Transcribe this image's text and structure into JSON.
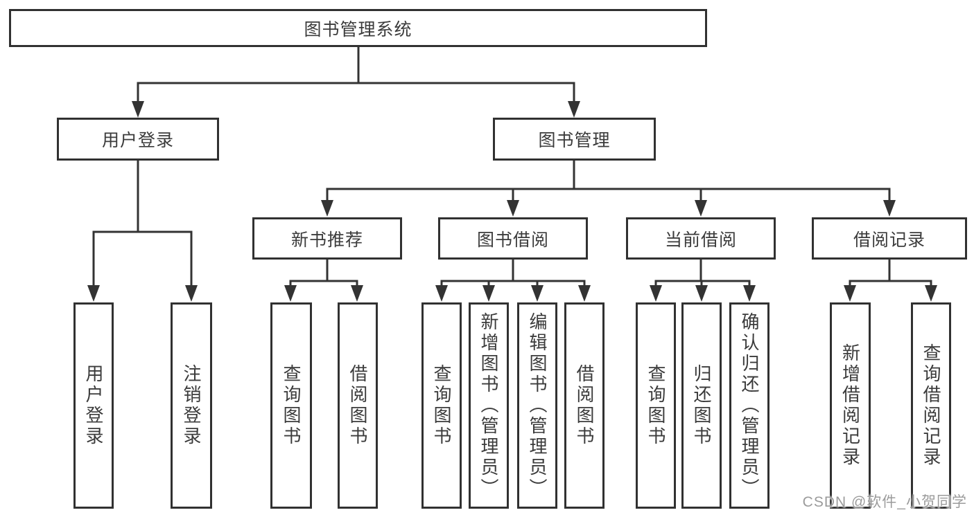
{
  "diagram_title": "图书管理系统",
  "tree": {
    "root": {
      "label": "图书管理系统",
      "children": [
        {
          "label": "用户登录",
          "children": [
            {
              "label": "用户登录"
            },
            {
              "label": "注销登录"
            }
          ]
        },
        {
          "label": "图书管理",
          "children": [
            {
              "label": "新书推荐",
              "children": [
                {
                  "label": "查询图书"
                },
                {
                  "label": "借阅图书"
                }
              ]
            },
            {
              "label": "图书借阅",
              "children": [
                {
                  "label": "查询图书"
                },
                {
                  "label": "新增图书（管理员）"
                },
                {
                  "label": "编辑图书（管理员）"
                },
                {
                  "label": "借阅图书"
                }
              ]
            },
            {
              "label": "当前借阅",
              "children": [
                {
                  "label": "查询图书"
                },
                {
                  "label": "归还图书"
                },
                {
                  "label": "确认归还（管理员）"
                }
              ]
            },
            {
              "label": "借阅记录",
              "children": [
                {
                  "label": "新增借阅记录"
                },
                {
                  "label": "查询借阅记录"
                }
              ]
            }
          ]
        }
      ]
    }
  },
  "watermark": {
    "text": "CSDN @软件_小贺同学",
    "color": "#9b9b9b"
  },
  "style_colors": {
    "line": "#333333",
    "box_border": "#313131",
    "box_fill": "#ffffff",
    "text": "#3b3b3b",
    "background": "#ffffff"
  }
}
